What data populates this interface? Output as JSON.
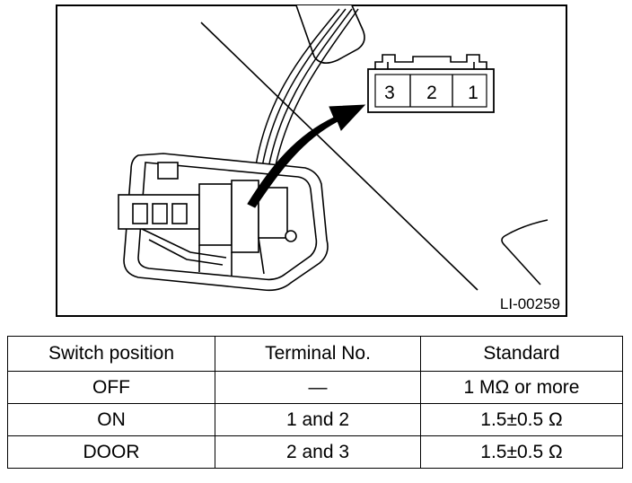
{
  "figure": {
    "code": "LI-00259",
    "connector_terminals": [
      "3",
      "2",
      "1"
    ]
  },
  "table": {
    "headers": [
      "Switch position",
      "Terminal No.",
      "Standard"
    ],
    "rows": [
      [
        "OFF",
        "—",
        "1 MΩ or more"
      ],
      [
        "ON",
        "1 and 2",
        "1.5±0.5 Ω"
      ],
      [
        "DOOR",
        "2 and 3",
        "1.5±0.5 Ω"
      ]
    ]
  }
}
